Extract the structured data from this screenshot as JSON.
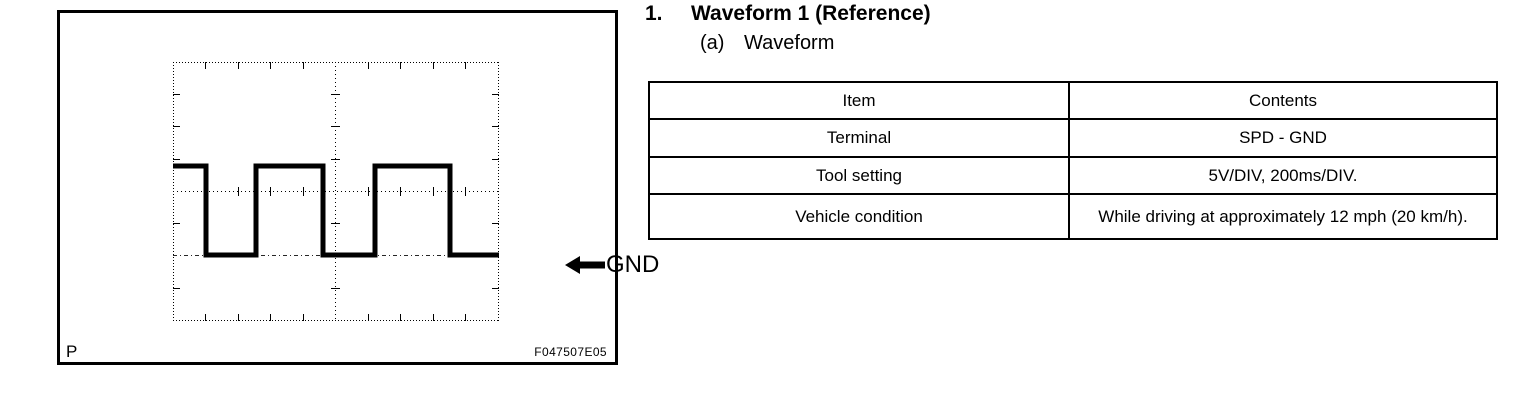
{
  "figure": {
    "page_marker": "P",
    "figure_code": "F047507E05",
    "gnd_label": "GND",
    "gnd_arrow_icon": "left-arrow-icon",
    "scope": {
      "type": "waveform",
      "signal": "square wave",
      "high_level_label": "",
      "low_level_label": "GND",
      "divisions_x": 10,
      "divisions_y": 8,
      "volts_per_div": "5V/DIV",
      "time_per_div": "200ms/DIV."
    }
  },
  "heading": {
    "number": "1.",
    "title": "Waveform 1 (Reference)"
  },
  "subheading": {
    "letter": "(a)",
    "title": "Waveform"
  },
  "table": {
    "headers": [
      "Item",
      "Contents"
    ],
    "rows": [
      {
        "item": "Terminal",
        "contents": "SPD - GND"
      },
      {
        "item": "Tool setting",
        "contents": "5V/DIV, 200ms/DIV."
      },
      {
        "item": "Vehicle condition",
        "contents": "While driving at approximately 12 mph (20 km/h)."
      }
    ]
  },
  "chart_data": {
    "type": "line",
    "title": "Waveform 1 (Reference)",
    "xlabel": "200ms/DIV.",
    "ylabel": "5V/DIV",
    "grid": true,
    "legend": "none",
    "annotations": [
      "GND"
    ],
    "series": [
      {
        "name": "SPD - GND",
        "x": [
          0,
          33,
          33,
          83,
          83,
          150,
          150,
          202,
          202,
          277,
          277,
          326
        ],
        "y": [
          5,
          5,
          0,
          0,
          5,
          5,
          0,
          0,
          5,
          5,
          0,
          0
        ]
      }
    ],
    "xlim": [
      0,
      326
    ],
    "ylim": [
      -2.5,
      7.5
    ]
  }
}
